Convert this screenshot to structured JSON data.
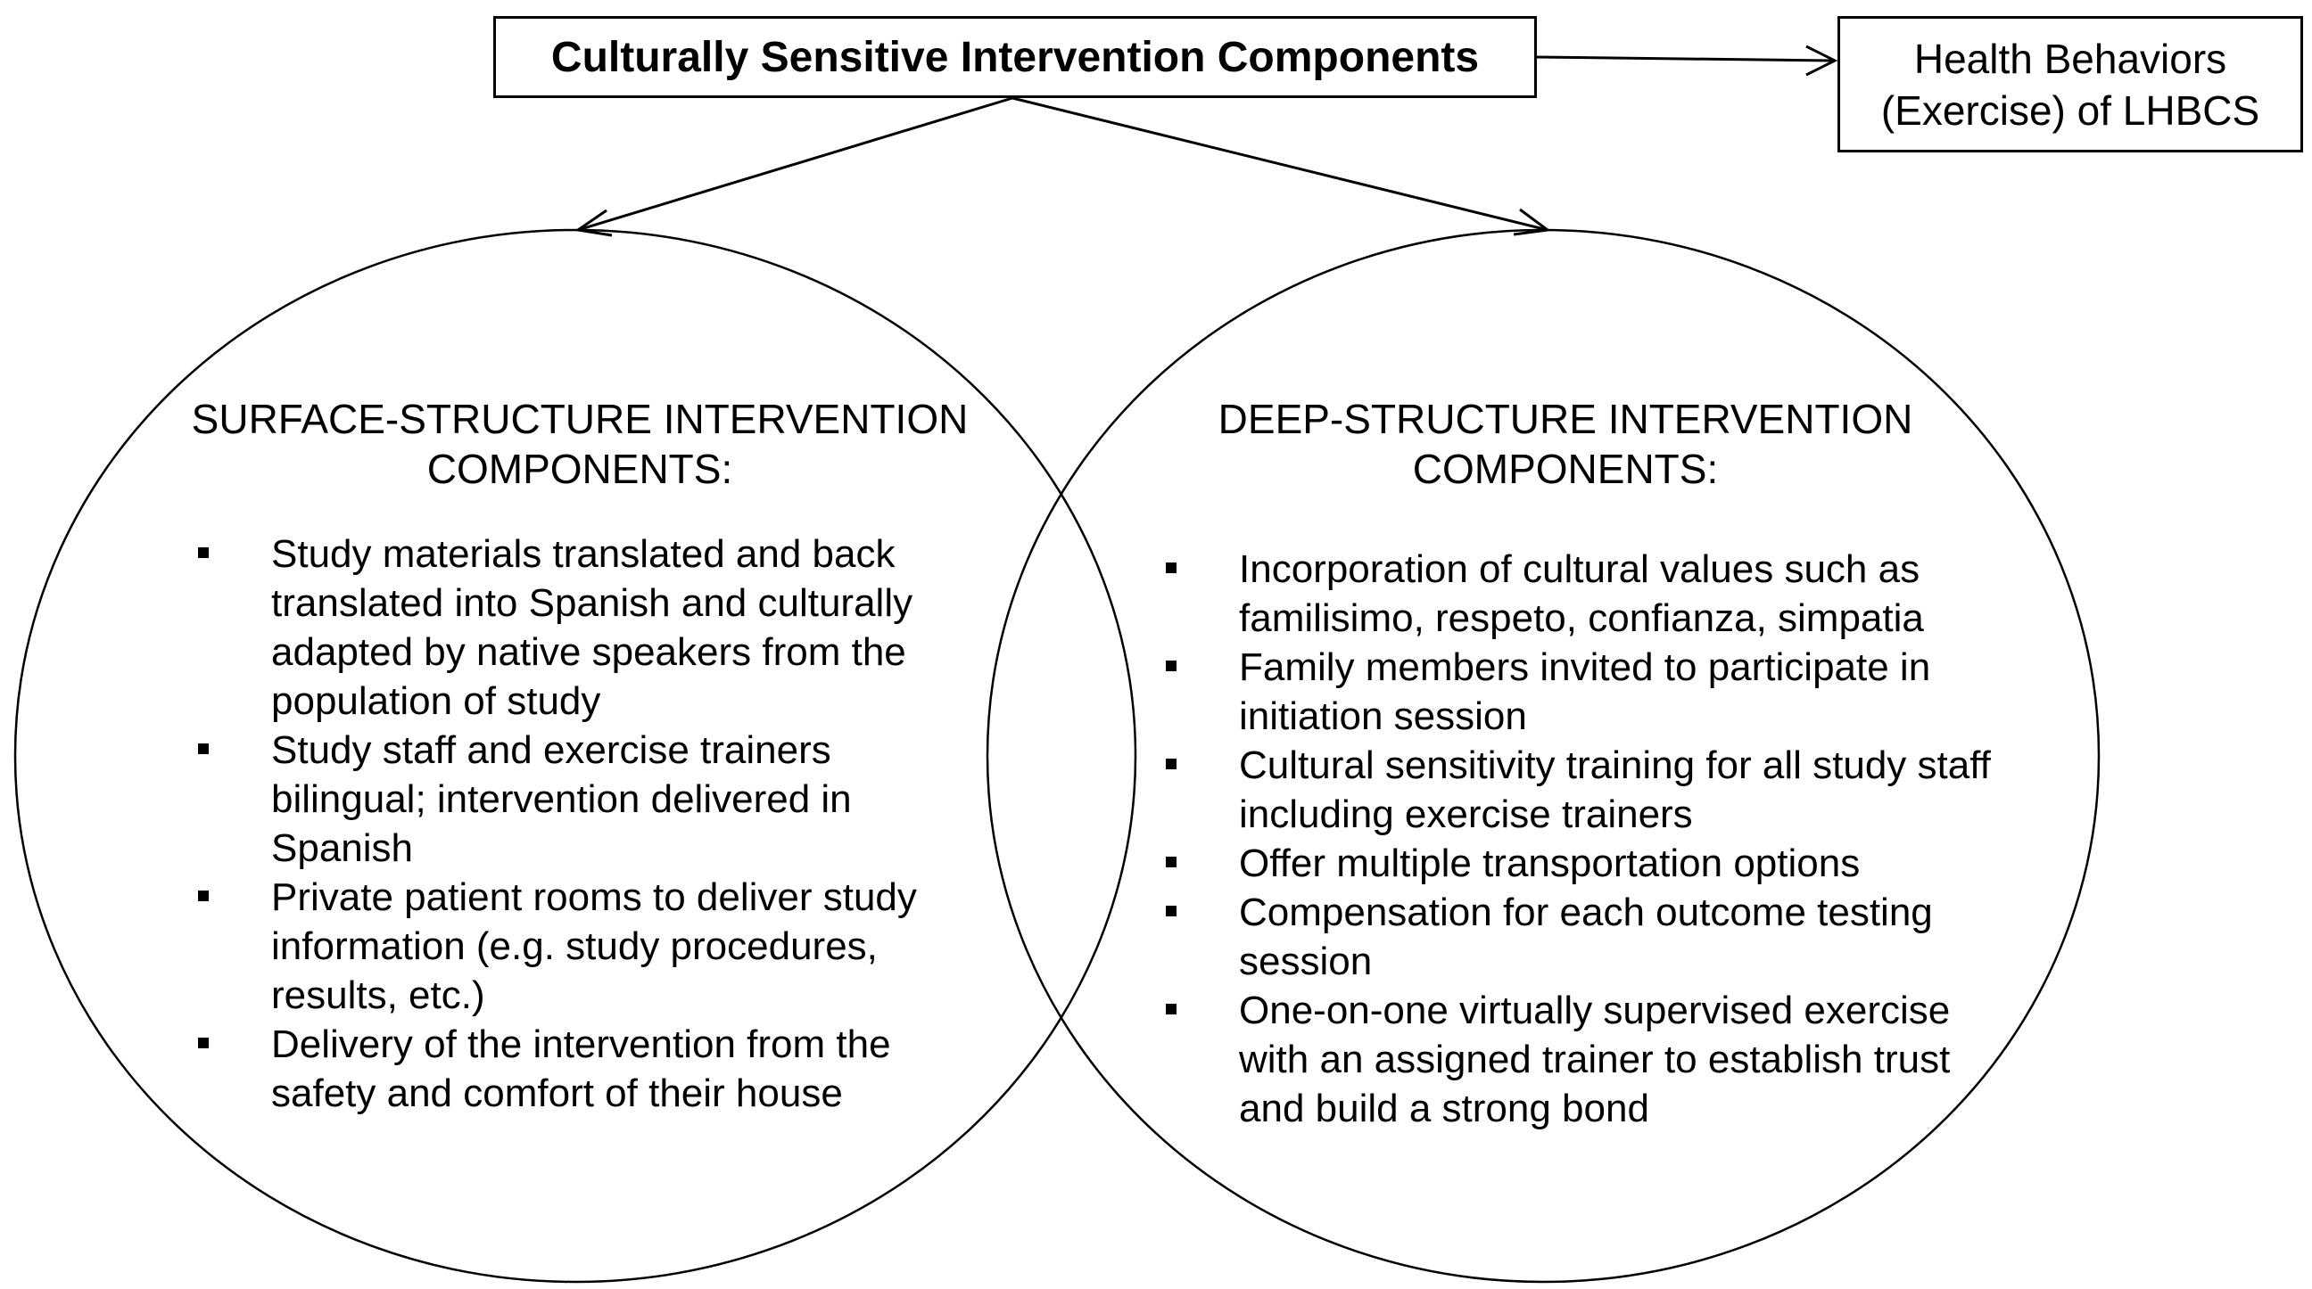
{
  "main_box": {
    "title": "Culturally Sensitive Intervention Components"
  },
  "outcome_box": {
    "text": "Health Behaviors\n(Exercise) of LHBCS"
  },
  "surface": {
    "heading": "SURFACE-STRUCTURE INTERVENTION\nCOMPONENTS:",
    "items": [
      "Study materials translated and back translated into Spanish and culturally adapted by native speakers from the population of study",
      "Study staff and exercise trainers bilingual; intervention delivered in Spanish",
      "Private patient rooms to deliver study information (e.g. study procedures, results, etc.)",
      "Delivery of the intervention from the safety and comfort of their house"
    ]
  },
  "deep": {
    "heading": "DEEP-STRUCTURE INTERVENTION\nCOMPONENTS:",
    "items": [
      "Incorporation of cultural values such as familisimo, respeto, confianza, simpatia",
      "Family members invited to participate in initiation session",
      "Cultural sensitivity training for all study staff including exercise trainers",
      "Offer multiple transportation options",
      "Compensation for each outcome testing session",
      "One-on-one virtually supervised exercise with an assigned trainer to establish trust and build a strong bond"
    ]
  },
  "colors": {
    "line": "#000000",
    "background": "#ffffff"
  }
}
